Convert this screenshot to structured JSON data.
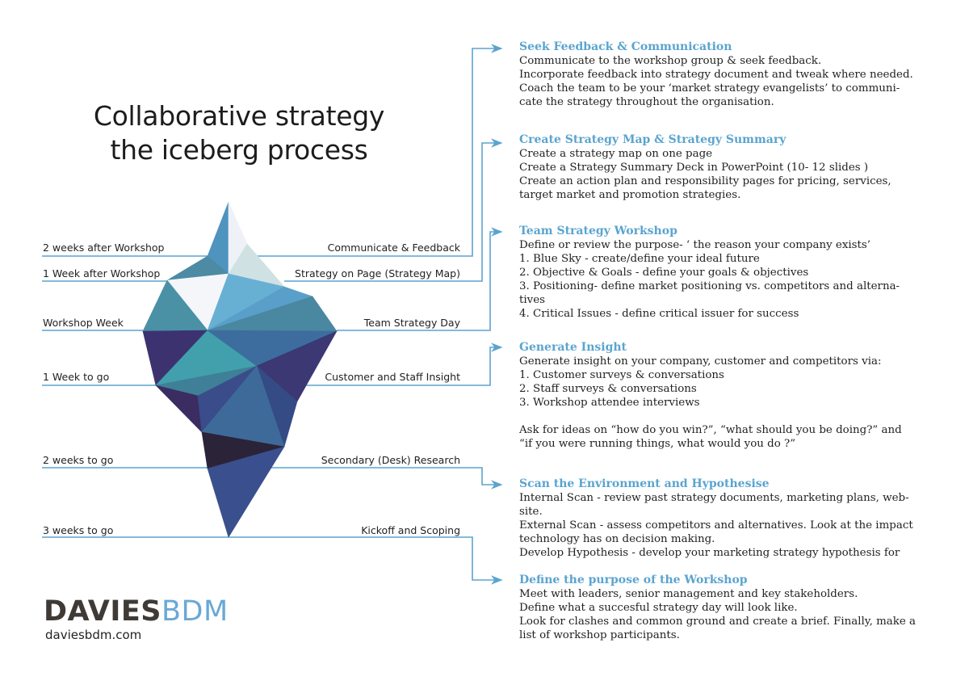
{
  "title": {
    "line1": "Collaborative strategy",
    "line2": "the iceberg process"
  },
  "colors": {
    "accent": "#5aa4cf",
    "line": "#5ba3cf",
    "logo_dark": "#3f3a36",
    "logo_light": "#6aa8d6"
  },
  "timeline": [
    {
      "left": "2 weeks after Workshop",
      "right": "Communicate & Feedback"
    },
    {
      "left": "1 Week after Workshop",
      "right": "Strategy on Page (Strategy Map)"
    },
    {
      "left": "Workshop Week",
      "right": "Team Strategy Day"
    },
    {
      "left": "1 Week to go",
      "right": "Customer and Staff Insight"
    },
    {
      "left": "2 weeks to go",
      "right": "Secondary (Desk) Research"
    },
    {
      "left": "3 weeks to go",
      "right": "Kickoff and Scoping"
    }
  ],
  "sections": [
    {
      "heading": "Seek Feedback & Communication",
      "lines": [
        "Communicate to the workshop group & seek feedback.",
        "Incorporate feedback into strategy document and tweak where needed.",
        "Coach the team to be your  ‘market strategy evangelists’ to communi-",
        "cate the strategy throughout the organisation."
      ]
    },
    {
      "heading": "Create Strategy Map & Strategy Summary",
      "lines": [
        "Create a strategy map on one page",
        "Create a Strategy Summary Deck in PowerPoint (10- 12 slides )",
        "Create an action plan and responsibility pages for pricing, services,",
        "target market and promotion strategies."
      ]
    },
    {
      "heading": "Team Strategy Workshop",
      "lines": [
        "Define or review the purpose- ‘ the reason your company exists’",
        "1. Blue Sky - create/define your ideal future",
        "2. Objective & Goals - define your goals & objectives",
        "3. Positioning- define market positioning vs. competitors and alterna-",
        "tives",
        "4. Critical Issues - define critical issuer for success"
      ]
    },
    {
      "heading": "Generate Insight",
      "lines": [
        "Generate insight on your company, customer and competitors via:",
        "1. Customer surveys & conversations",
        "2. Staff surveys & conversations",
        "3. Workshop attendee interviews",
        "",
        "Ask for ideas on “how do you win?”, “what should you be doing?” and",
        "“if you were running things, what would you do ?”"
      ]
    },
    {
      "heading": "Scan the Environment and Hypothesise",
      "lines": [
        "Internal Scan - review past strategy documents, marketing plans, web-",
        "site.",
        "External Scan - assess competitors and alternatives. Look at the impact",
        "technology has on decision making.",
        "Develop Hypothesis - develop your marketing strategy hypothesis for"
      ]
    },
    {
      "heading": "Define the purpose of the Workshop",
      "lines": [
        "Meet with leaders, senior management and key stakeholders.",
        "Define what a succesful strategy day will look like.",
        "Look for clashes and common ground and create a brief. Finally, make a",
        "list of workshop participants."
      ]
    }
  ],
  "logo": {
    "part1": "DAVIES",
    "part2": "BDM",
    "url": "daviesbdm.com"
  }
}
